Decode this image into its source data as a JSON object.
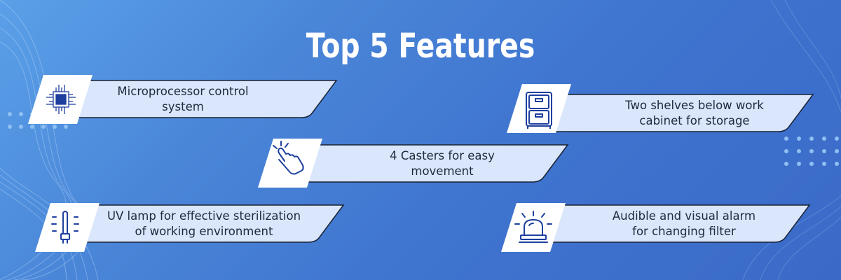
{
  "title": "Top 5 Features",
  "colors": {
    "background": "#4a80d6",
    "banner_fill": "#d9e6fb",
    "banner_stroke": "#1a2233",
    "icon_box": "#ffffff",
    "icon": "#1e3f9e",
    "dots": "#8fc0f2"
  },
  "features": [
    {
      "label": "Microprocessor control\nsystem",
      "icon": "microchip-icon"
    },
    {
      "label": "Two shelves below work\ncabinet for storage",
      "icon": "drawer-cabinet-icon"
    },
    {
      "label": "4 Casters for easy\nmovement",
      "icon": "hand-pointer-icon"
    },
    {
      "label": "UV lamp for effective sterilization\nof working environment",
      "icon": "uv-lamp-icon"
    },
    {
      "label": "Audible and visual alarm\nfor changing filter",
      "icon": "alarm-siren-icon"
    }
  ]
}
